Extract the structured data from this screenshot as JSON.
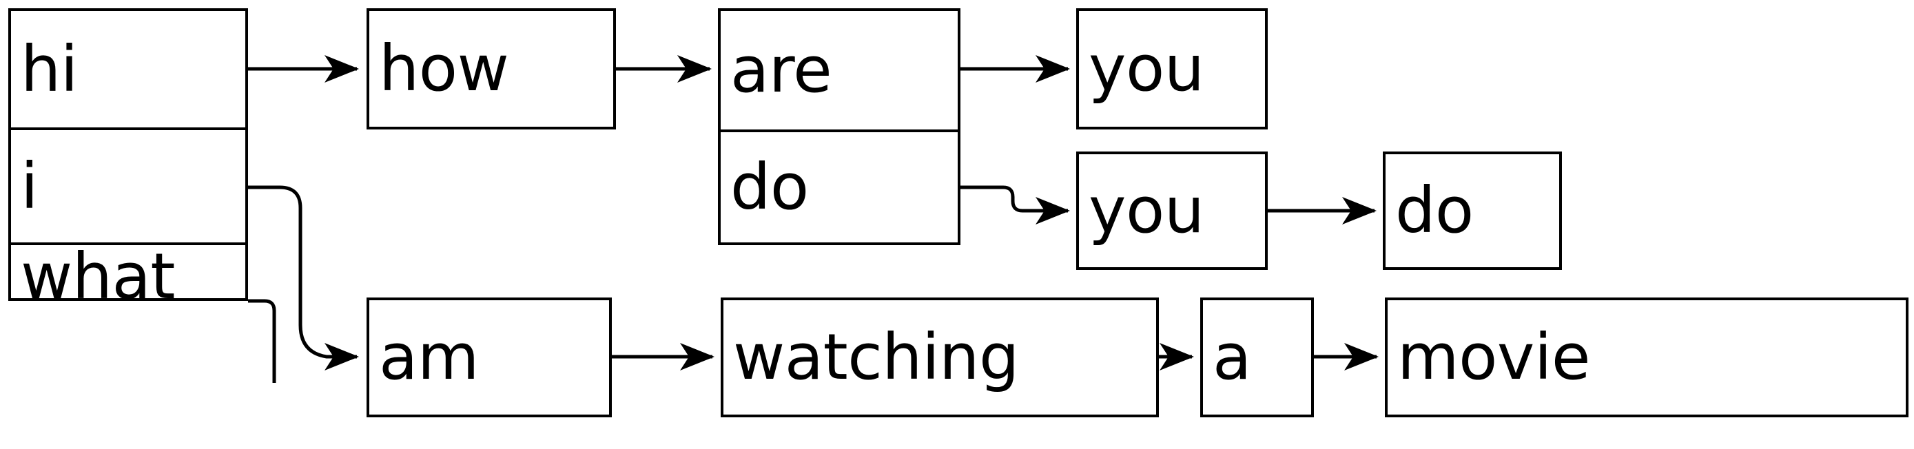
{
  "diagram": {
    "title": "word-lattice-flow",
    "background_color": "#ffffff",
    "stroke_color": "#000000",
    "nodes": {
      "source_stack": {
        "cells": [
          {
            "label": "hi"
          },
          {
            "label": "i"
          },
          {
            "label": "what"
          }
        ]
      },
      "how": {
        "label": "how"
      },
      "are_do_stack": {
        "cells": [
          {
            "label": "are"
          },
          {
            "label": "do"
          }
        ]
      },
      "you_top": {
        "label": "you"
      },
      "you_bottom": {
        "label": "you"
      },
      "do_right": {
        "label": "do"
      },
      "am": {
        "label": "am"
      },
      "watching": {
        "label": "watching"
      },
      "a": {
        "label": "a"
      },
      "movie": {
        "label": "movie"
      }
    },
    "edges": [
      {
        "name": "hi-to-how",
        "from": "hi",
        "to": "how",
        "style": "solid",
        "arrow": true
      },
      {
        "name": "how-to-are",
        "from": "how",
        "to": "are",
        "style": "solid",
        "arrow": true
      },
      {
        "name": "are-to-you-top",
        "from": "are",
        "to": "you-top",
        "style": "solid",
        "arrow": true
      },
      {
        "name": "do-to-you-bottom",
        "from": "do",
        "to": "you-bottom",
        "style": "solid",
        "arrow": true
      },
      {
        "name": "you-bottom-to-do-right",
        "from": "you-bottom",
        "to": "do-right",
        "style": "solid",
        "arrow": true
      },
      {
        "name": "i-to-am",
        "from": "i",
        "to": "am",
        "style": "solid",
        "arrow": true
      },
      {
        "name": "am-to-watching",
        "from": "am",
        "to": "watching",
        "style": "solid",
        "arrow": true
      },
      {
        "name": "watching-to-a",
        "from": "watching",
        "to": "a",
        "style": "solid",
        "arrow": true
      },
      {
        "name": "a-to-movie",
        "from": "a",
        "to": "movie",
        "style": "solid",
        "arrow": true
      },
      {
        "name": "what-dangling",
        "from": "what",
        "to": null,
        "style": "solid-fading-to-dashed",
        "arrow": false
      }
    ]
  }
}
